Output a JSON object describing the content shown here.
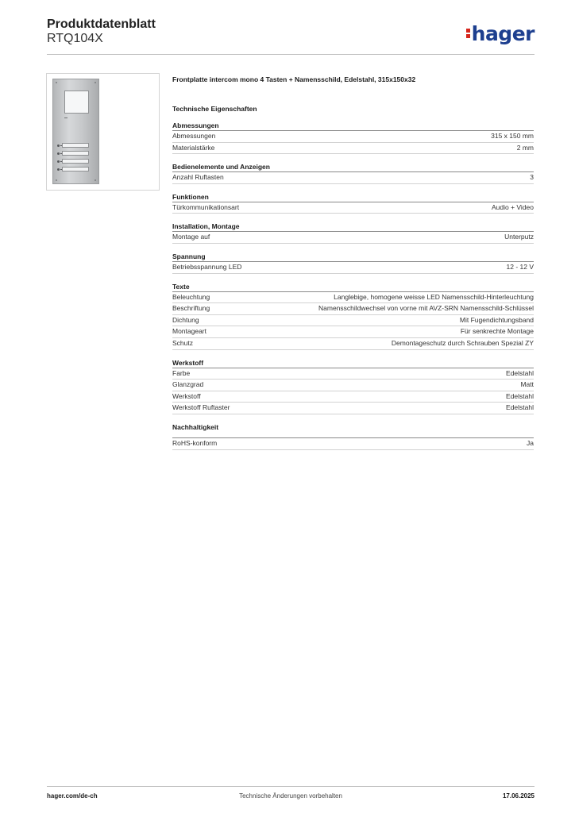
{
  "header": {
    "doc_type": "Produktdatenblatt",
    "product_no": "RTQ104X",
    "logo_text": "hager",
    "logo_color": "#1d3f8f",
    "logo_dot_color": "#d6261c"
  },
  "product": {
    "image_icon": "intercom-front-plate-image",
    "description": "Frontplatte intercom mono 4 Tasten + Namensschild, Edelstahl, 315x150x32",
    "section_title": "Technische Eigenschaften"
  },
  "groups": [
    {
      "title": "Abmessungen",
      "rows": [
        {
          "key": "Abmessungen",
          "value": "315 x 150 mm"
        },
        {
          "key": "Materialstärke",
          "value": "2 mm"
        }
      ]
    },
    {
      "title": "Bedienelemente und Anzeigen",
      "rows": [
        {
          "key": "Anzahl Ruftasten",
          "value": "3"
        }
      ]
    },
    {
      "title": "Funktionen",
      "rows": [
        {
          "key": "Türkommunikationsart",
          "value": "Audio + Video"
        }
      ]
    },
    {
      "title": "Installation, Montage",
      "rows": [
        {
          "key": "Montage auf",
          "value": "Unterputz"
        }
      ]
    },
    {
      "title": "Spannung",
      "rows": [
        {
          "key": "Betriebsspannung LED",
          "value": "12 - 12 V"
        }
      ]
    },
    {
      "title": "Texte",
      "rows": [
        {
          "key": "Beleuchtung",
          "value": "Langlebige, homogene weisse LED Namensschild-Hinterleuchtung"
        },
        {
          "key": "Beschriftung",
          "value": "Namensschildwechsel von vorne mit AVZ-SRN Namensschild-Schlüssel"
        },
        {
          "key": "Dichtung",
          "value": "Mit Fugendichtungsband"
        },
        {
          "key": "Montageart",
          "value": "Für senkrechte Montage"
        },
        {
          "key": "Schutz",
          "value": "Demontageschutz durch Schrauben Spezial ZY"
        }
      ]
    },
    {
      "title": "Werkstoff",
      "rows": [
        {
          "key": "Farbe",
          "value": "Edelstahl"
        },
        {
          "key": "Glanzgrad",
          "value": "Matt"
        },
        {
          "key": "Werkstoff",
          "value": "Edelstahl"
        },
        {
          "key": "Werkstoff Ruftaster",
          "value": "Edelstahl"
        }
      ]
    },
    {
      "title": "Nachhaltigkeit",
      "rows": [
        {
          "key": "RoHS-konform",
          "value": "Ja"
        }
      ]
    }
  ],
  "footer": {
    "url": "hager.com/de-ch",
    "note": "Technische Änderungen vorbehalten",
    "date": "17.06.2025"
  }
}
